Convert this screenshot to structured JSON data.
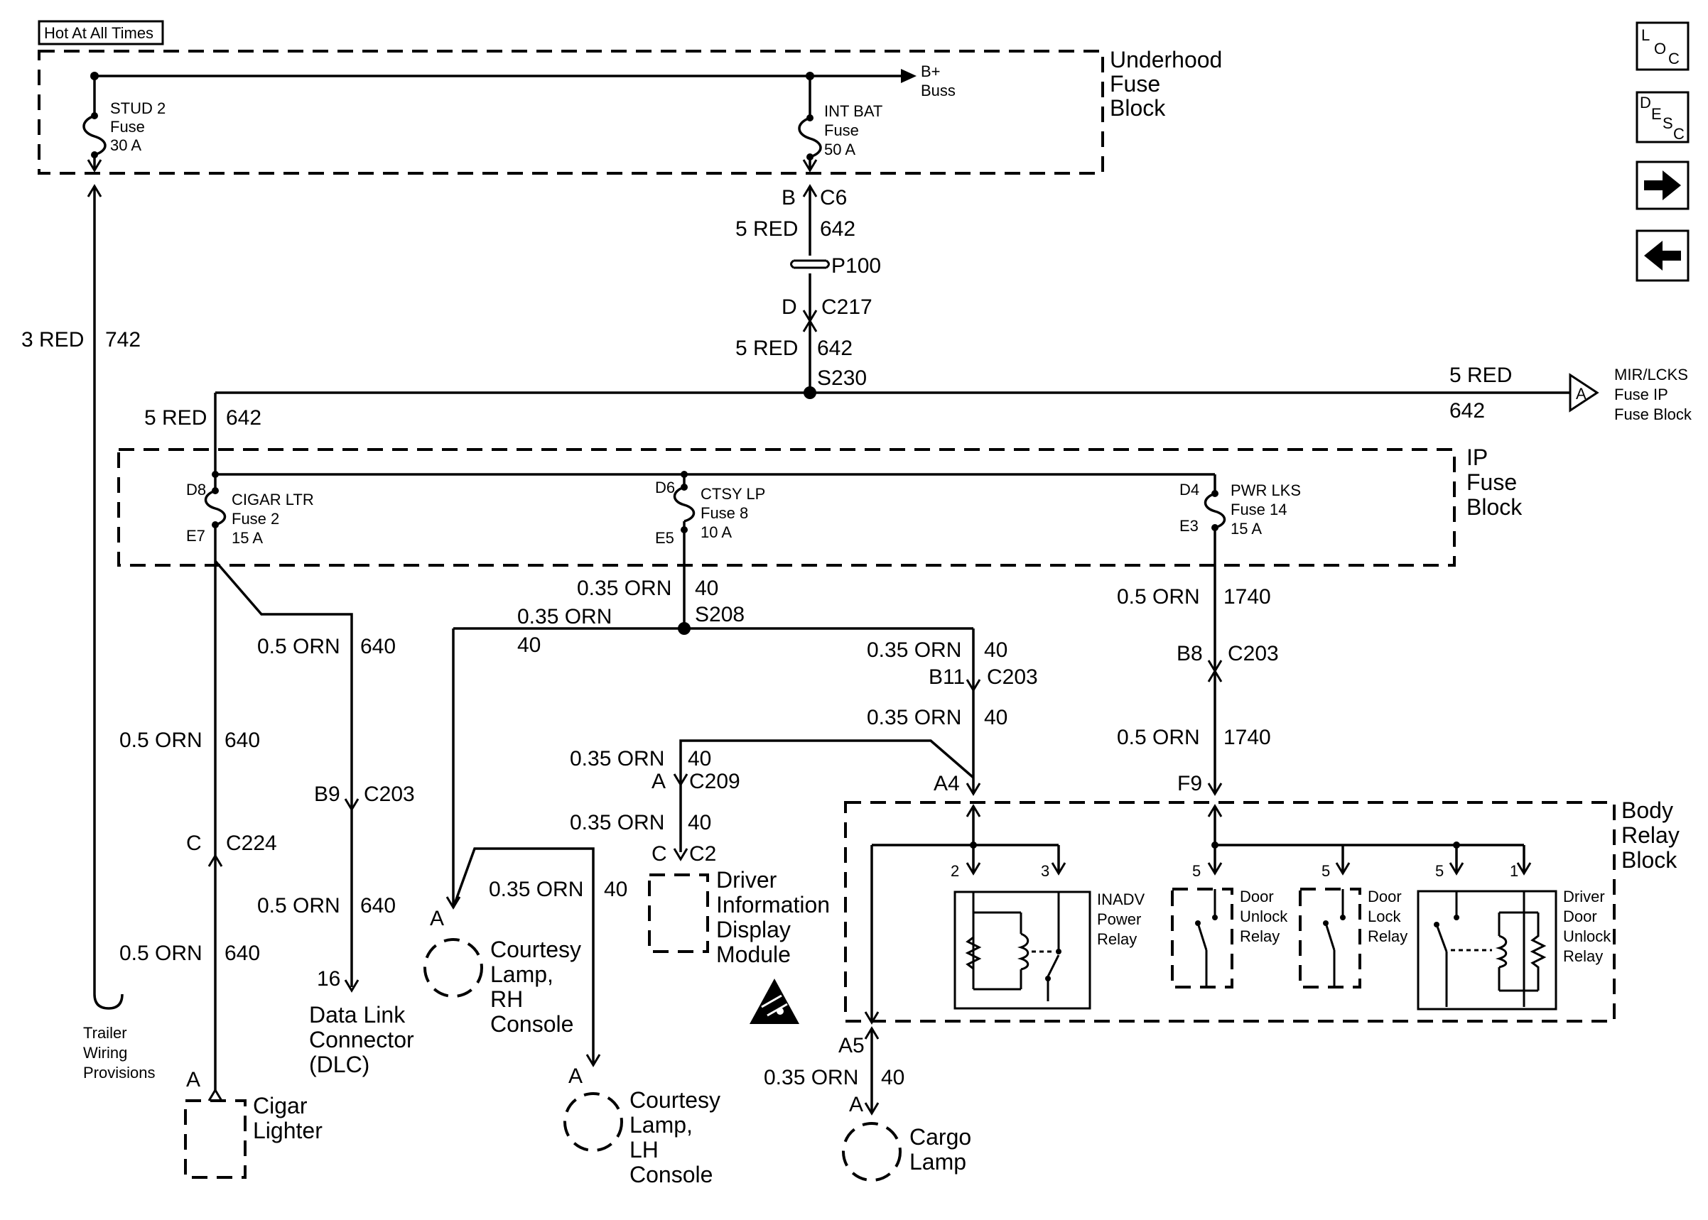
{
  "hot_label": "Hot At All Times",
  "nav": {
    "loc": [
      "L",
      "O",
      "C"
    ],
    "desc": [
      "D",
      "E",
      "S",
      "C"
    ]
  },
  "underhood": {
    "title": [
      "Underhood",
      "Fuse",
      "Block"
    ],
    "bbuss": [
      "B+",
      "Buss"
    ],
    "stud2": [
      "STUD 2",
      "Fuse",
      "30 A"
    ],
    "intbat": [
      "INT BAT",
      "Fuse",
      "50 A"
    ]
  },
  "main_feed": {
    "b": "B",
    "c6": "C6",
    "wire1": "5 RED",
    "circ1": "642",
    "p100": "P100",
    "d": "D",
    "c217": "C217",
    "wire2": "5 RED",
    "circ2": "642",
    "s230": "S230"
  },
  "trailer": {
    "wire": "3 RED",
    "circuit": "742",
    "label": [
      "Trailer",
      "Wiring",
      "Provisions"
    ]
  },
  "mirlcks": {
    "wire": "5 RED",
    "circuit": "642",
    "conn": "A",
    "label": [
      "MIR/LCKS",
      "Fuse IP",
      "Fuse Block"
    ]
  },
  "ip_block": {
    "title": [
      "IP",
      "Fuse",
      "Block"
    ],
    "feed_wire": "5 RED",
    "feed_circ": "642",
    "cigar": {
      "in": "D8",
      "out": "E7",
      "lines": [
        "CIGAR LTR",
        "Fuse 2",
        "15 A"
      ]
    },
    "ctsy": {
      "in": "D6",
      "out": "E5",
      "lines": [
        "CTSY LP",
        "Fuse 8",
        "10 A"
      ]
    },
    "pwr": {
      "in": "D4",
      "out": "E3",
      "lines": [
        "PWR LKS",
        "Fuse 14",
        "15 A"
      ]
    }
  },
  "cigar_branch": {
    "dlc_wire": "0.5 ORN",
    "dlc_circ": "640",
    "dlc_b9": "B9",
    "dlc_c203": "C203",
    "dlc_wire2": "0.5 ORN",
    "dlc_circ2": "640",
    "dlc_pin": "16",
    "dlc_label": [
      "Data Link",
      "Connector",
      "(DLC)"
    ],
    "wire_a": "0.5 ORN",
    "circ_a": "640",
    "c_pin": "C",
    "c224": "C224",
    "wire_b": "0.5 ORN",
    "circ_b": "640",
    "a_pin": "A",
    "lighter": [
      "Cigar",
      "Lighter"
    ]
  },
  "courtesy_branch": {
    "wire_top": "0.35 ORN",
    "circ_top": "40",
    "s208": "S208",
    "left_wire": "0.35 ORN",
    "left_circ": "40",
    "rh_pin": "A",
    "rh_label": [
      "Courtesy",
      "Lamp,",
      "RH",
      "Console"
    ],
    "mid_wire": "0.35 ORN",
    "mid_circ": "40",
    "lh_pin": "A",
    "lh_label": [
      "Courtesy",
      "Lamp,",
      "LH",
      "Console"
    ],
    "right_wire": "0.35 ORN",
    "right_circ": "40",
    "b11": "B11",
    "c203": "C203",
    "right_wire2": "0.35 ORN",
    "right_circ2": "40",
    "dim_wire": "0.35 ORN",
    "dim_circ": "40",
    "dim_a": "A",
    "c209": "C209",
    "dim_wire2": "0.35 ORN",
    "dim_circ2": "40",
    "dim_c": "C",
    "c2": "C2",
    "dim_label": [
      "Driver",
      "Information",
      "Display",
      "Module"
    ],
    "a4": "A4"
  },
  "lock_branch": {
    "wire": "0.5 ORN",
    "circ": "1740",
    "b8": "B8",
    "c203": "C203",
    "wire2": "0.5 ORN",
    "circ2": "1740",
    "f9": "F9"
  },
  "body_relay": {
    "title": [
      "Body",
      "Relay",
      "Block"
    ],
    "inadv": {
      "p2": "2",
      "p3": "3",
      "label": [
        "INADV",
        "Power",
        "Relay"
      ]
    },
    "unlock": {
      "p5": "5",
      "label": [
        "Door",
        "Unlock",
        "Relay"
      ]
    },
    "lock": {
      "p5": "5",
      "label": [
        "Door",
        "Lock",
        "Relay"
      ]
    },
    "driver": {
      "p5": "5",
      "p1": "1",
      "label": [
        "Driver",
        "Door",
        "Unlock",
        "Relay"
      ]
    }
  },
  "cargo": {
    "a5": "A5",
    "wire": "0.35 ORN",
    "circ": "40",
    "pin": "A",
    "label": [
      "Cargo",
      "Lamp"
    ]
  }
}
